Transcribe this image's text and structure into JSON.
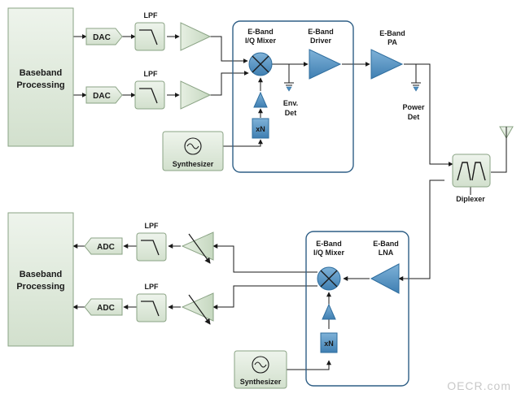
{
  "tx": {
    "baseband": [
      "Baseband",
      "Processing"
    ],
    "dac": "DAC",
    "lpf": "LPF",
    "mixer": [
      "E-Band",
      "I/Q Mixer"
    ],
    "driver": [
      "E-Band",
      "Driver"
    ],
    "pa": [
      "E-Band",
      "PA"
    ],
    "env_det": [
      "Env.",
      "Det"
    ],
    "power_det": [
      "Power",
      "Det"
    ],
    "multiplier": "xN",
    "synthesizer": "Synthesizer"
  },
  "diplexer": "Diplexer",
  "rx": {
    "baseband": [
      "Baseband",
      "Processing"
    ],
    "adc": "ADC",
    "lpf": "LPF",
    "mixer": [
      "E-Band",
      "I/Q Mixer"
    ],
    "lna": [
      "E-Band",
      "LNA"
    ],
    "multiplier": "xN",
    "synthesizer": "Synthesizer"
  },
  "watermark": "OECR.com",
  "colors": {
    "block_fill": "#dfeadb",
    "block_stroke": "#8aa384",
    "rf_blue": "#4f8fc0",
    "rf_blue_stroke": "#2e6d9e",
    "group_border": "#2f5f86"
  }
}
